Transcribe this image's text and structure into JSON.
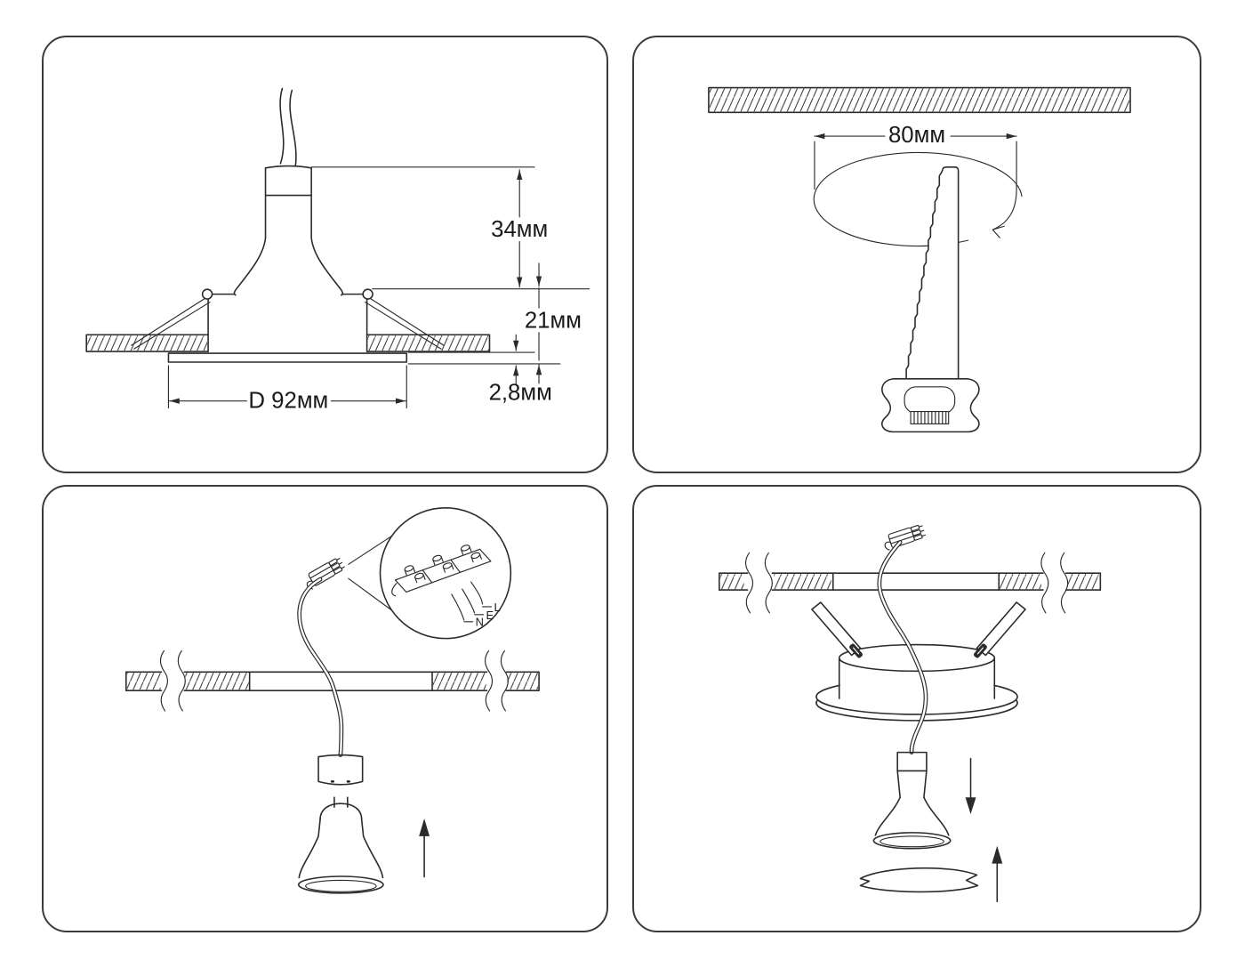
{
  "colors": {
    "background": "#ffffff",
    "line": "#2b2b2b",
    "panel_border": "#3c3c3c",
    "text": "#1a1a1a"
  },
  "panels": {
    "fixture_dimensions": {
      "labels": {
        "lamp_height": "34мм",
        "recess_depth": "21мм",
        "flange_thickness": "2,8мм",
        "flange_diameter": "D 92мм"
      }
    },
    "hole_cutting": {
      "labels": {
        "hole_diameter": "80мм"
      }
    },
    "wiring": {
      "labels": {
        "line": "L",
        "earth": "E",
        "neutral": "N"
      }
    }
  }
}
